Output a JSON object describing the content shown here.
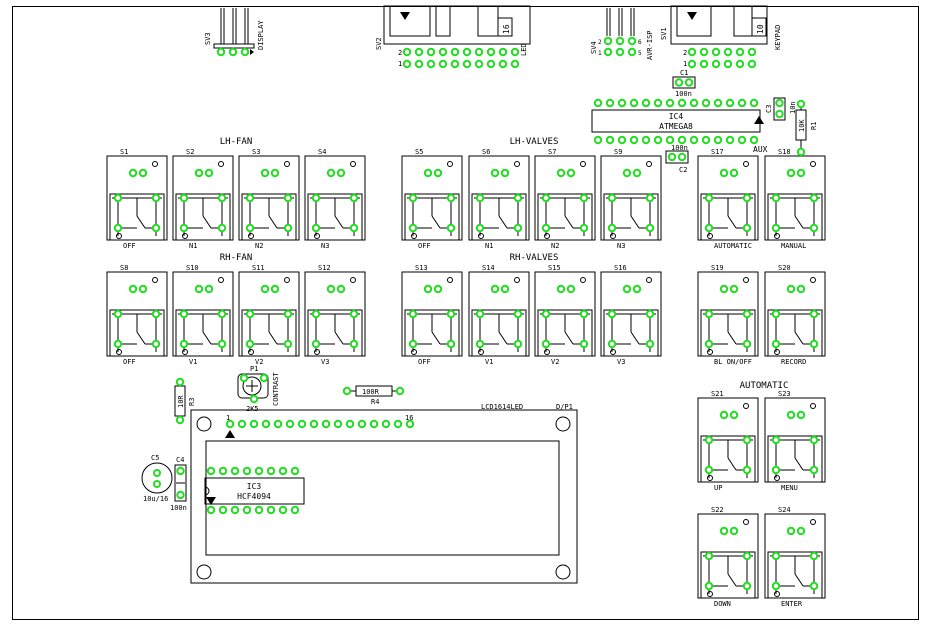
{
  "switches_top": [
    {
      "ref": "S1",
      "label": "OFF"
    },
    {
      "ref": "S2",
      "label": "N1"
    },
    {
      "ref": "S3",
      "label": "N2"
    },
    {
      "ref": "S4",
      "label": "N3"
    },
    {
      "ref": "S5",
      "label": "OFF"
    },
    {
      "ref": "S6",
      "label": "N1"
    },
    {
      "ref": "S7",
      "label": "N2"
    },
    {
      "ref": "S9",
      "label": "N3"
    },
    {
      "ref": "S17",
      "label": "AUTOMATIC"
    },
    {
      "ref": "S18",
      "label": "MANUAL"
    }
  ],
  "switches_mid": [
    {
      "ref": "S8",
      "label": "OFF"
    },
    {
      "ref": "S10",
      "label": "V1"
    },
    {
      "ref": "S11",
      "label": "V2"
    },
    {
      "ref": "S12",
      "label": "V3"
    },
    {
      "ref": "S13",
      "label": "OFF"
    },
    {
      "ref": "S14",
      "label": "V1"
    },
    {
      "ref": "S15",
      "label": "V2"
    },
    {
      "ref": "S16",
      "label": "V3"
    },
    {
      "ref": "S19",
      "label": "BL ON/OFF"
    },
    {
      "ref": "S20",
      "label": "RECORD"
    }
  ],
  "switches_right": [
    {
      "ref": "S21",
      "label": "UP"
    },
    {
      "ref": "S23",
      "label": "MENU"
    },
    {
      "ref": "S22",
      "label": "DOWN"
    },
    {
      "ref": "S24",
      "label": "ENTER"
    }
  ],
  "groups": {
    "lh_fan": "LH-FAN",
    "lh_valves": "LH-VALVES",
    "rh_fan": "RH-FAN",
    "rh_valves": "RH-VALVES",
    "automatic": "AUTOMATIC"
  },
  "ic4": {
    "name": "IC4",
    "part": "ATMEGA8"
  },
  "ic3": {
    "name": "IC3",
    "part": "HCF4094"
  },
  "aux": "AUX",
  "lcd": {
    "part": "LCD1614LED",
    "ref": "D/P1",
    "pin_first": "1",
    "pin_last": "16"
  },
  "sv3": {
    "ref": "SV3",
    "name": "DISPLAY"
  },
  "sv2": {
    "ref": "SV2",
    "name": "LED",
    "pins": "16",
    "pin_a": "2",
    "pin_b": "1"
  },
  "sv4": {
    "ref": "SV4",
    "name": "AVR-ISP",
    "p2": "2",
    "p1": "1",
    "p6": "6",
    "p5": "5"
  },
  "sv1": {
    "ref": "SV1",
    "name": "KEYPAD",
    "pins": "10",
    "pin_a": "2",
    "pin_b": "1"
  },
  "c1": {
    "ref": "C1",
    "value": "100n"
  },
  "c2": {
    "ref": "C2",
    "value": "100n"
  },
  "c3": {
    "ref": "C3",
    "value": "10n"
  },
  "r1": {
    "ref": "R1",
    "value": "10K"
  },
  "r3": {
    "ref": "R3",
    "value": "10R"
  },
  "r4": {
    "ref": "R4",
    "value": "100R"
  },
  "p1": {
    "ref": "P1",
    "value": "2K5",
    "name": "CONTRAST"
  },
  "c5": {
    "ref": "C5",
    "value": "10u/16"
  },
  "c4": {
    "ref": "C4",
    "value": "100n"
  },
  "colors": {
    "pad": "#22dd22",
    "outline": "#000000",
    "background": "#ffffff"
  }
}
